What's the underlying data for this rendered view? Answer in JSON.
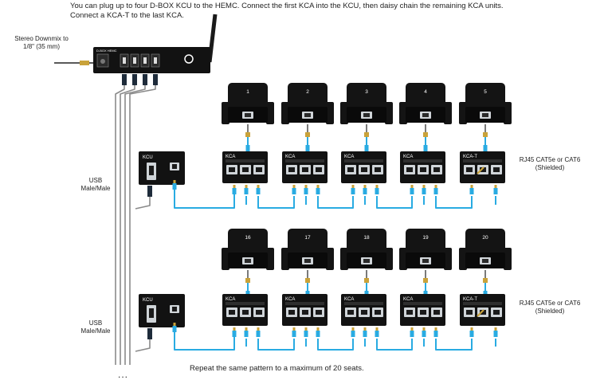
{
  "intro": {
    "line1": "You can plug up to four D-BOX KCU to the HEMC. Connect the first KCA into the KCU, then daisy chain the remaining KCA units.",
    "line2": "Connect a KCA-T to the last KCA."
  },
  "labels": {
    "stereo_line1": "Stereo Downmix to",
    "stereo_line2": "1/8\" (35 mm)",
    "usb_line1": "USB",
    "usb_line2": "Male/Male",
    "rj45_line1": "RJ45 CAT5e or CAT6",
    "rj45_line2": "(Shielded)",
    "footer": "Repeat the same pattern to a maximum of 20 seats.",
    "ellipsis": "..."
  },
  "hemc": {
    "name": "D-BOX HEMC"
  },
  "rows": [
    {
      "kcu": "KCU",
      "seats": [
        "1",
        "2",
        "3",
        "4",
        "5"
      ],
      "units": [
        "KCA",
        "KCA",
        "KCA",
        "KCA",
        "KCA-T"
      ]
    },
    {
      "kcu": "KCU",
      "seats": [
        "16",
        "17",
        "18",
        "19",
        "20"
      ],
      "units": [
        "KCA",
        "KCA",
        "KCA",
        "KCA",
        "KCA-T"
      ]
    }
  ],
  "colors": {
    "cable": "#29abe2",
    "device": "#121212",
    "usb_cable": "#8a8a8a"
  }
}
